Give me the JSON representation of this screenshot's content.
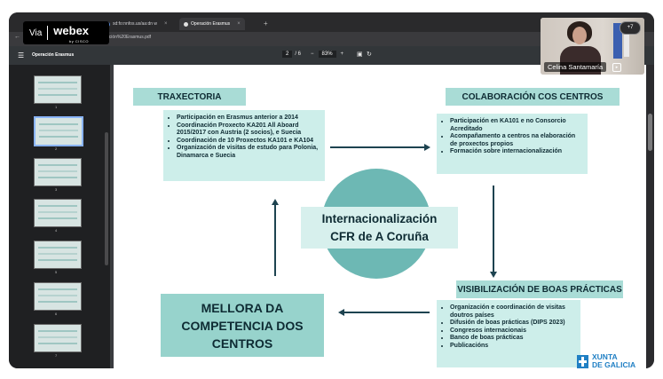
{
  "browser": {
    "tabs": [
      {
        "label": "sd:fo:nnfos.us/aa:dn w",
        "active": false
      },
      {
        "label": "Operación Erasmus",
        "active": true
      }
    ],
    "new_tab": "+",
    "url": "file:///C:/Users/Downloads/Operación%20Erasmus.pdf",
    "nav": "← →"
  },
  "webex": {
    "via": "Via",
    "brand": "webex",
    "sub": "by CISCO"
  },
  "pdf": {
    "title": "Operación Erasmus",
    "page_current": "2",
    "page_total": "/ 6",
    "zoom": "83%",
    "zoom_minus": "−",
    "zoom_plus": "+",
    "thumbnails": [
      {
        "num": "1"
      },
      {
        "num": "2"
      },
      {
        "num": "3"
      },
      {
        "num": "4"
      },
      {
        "num": "5"
      },
      {
        "num": "6"
      },
      {
        "num": "7"
      }
    ]
  },
  "slide": {
    "trax": {
      "title": "TRAXECTORIA",
      "items": [
        "Participación en Erasmus anterior a 2014",
        "Coordinación Proxecto KA201 All Aboard 2015/2017 con Austria (2 socios), e Suecia",
        "Coordinación de 10 Proxectos KA101 e KA104",
        "Organización de visitas de estudo para Polonia, Dinamarca e Suecia"
      ]
    },
    "colab": {
      "title": "COLABORACIÓN COS CENTROS",
      "items": [
        "Participación en KA101 e no Consorcio Acreditado",
        "Acompañamento a centros na elaboración de proxectos propios",
        "Formación sobre internacionalización"
      ]
    },
    "center": {
      "line1": "Internacionalización",
      "line2": "CFR de A Coruña"
    },
    "visib": {
      "title": "VISIBILIZACIÓN DE BOAS PRÁCTICAS",
      "items": [
        "Organización e coordinación de visitas doutros países",
        "Difusión de boas prácticas (DIPS 2023)",
        "Congresos internacionais",
        "Banco de boas prácticas",
        "Publicacións"
      ]
    },
    "mellora": {
      "line1": "MELLORA DA",
      "line2": "COMPETENCIA DOS",
      "line3": "CENTROS"
    },
    "logo": {
      "line1": "XUNTA",
      "line2": "DE GALICIA"
    }
  },
  "video": {
    "participant_name": "Celina Santamaría",
    "participant_count": "+7"
  }
}
